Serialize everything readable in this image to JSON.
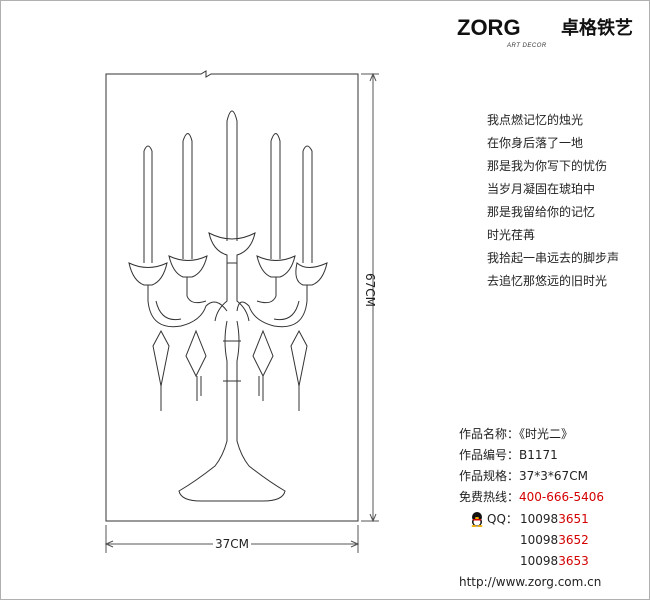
{
  "logo": {
    "brand": "ZORG",
    "tagline": "ART DECOR",
    "chinese_name": "卓格铁艺"
  },
  "poem": [
    "我点燃记忆的烛光",
    "在你身后落了一地",
    "那是我为你写下的忧伤",
    "当岁月凝固在琥珀中",
    "那是我留给你的记忆",
    "时光荏苒",
    "我拾起一串远去的脚步声",
    "去追忆那悠远的旧时光"
  ],
  "dimensions": {
    "height_label": "67CM",
    "width_label": "37CM"
  },
  "info": {
    "name_label": "作品名称：",
    "name_value": "《时光二》",
    "code_label": "作品编号：",
    "code_value": "B1171",
    "spec_label": "作品规格：",
    "spec_value": "37*3*67CM",
    "hotline_label": "免费热线：",
    "hotline_value": "400-666-5406",
    "qq_label": "QQ：",
    "qq_numbers": [
      {
        "prefix": "10098",
        "suffix": "3651"
      },
      {
        "prefix": "10098",
        "suffix": "3652"
      },
      {
        "prefix": "10098",
        "suffix": "3653"
      }
    ],
    "website": "http://www.zorg.com.cn"
  },
  "colors": {
    "accent": "#d40000",
    "text": "#222222",
    "border": "#b0b0b0"
  }
}
